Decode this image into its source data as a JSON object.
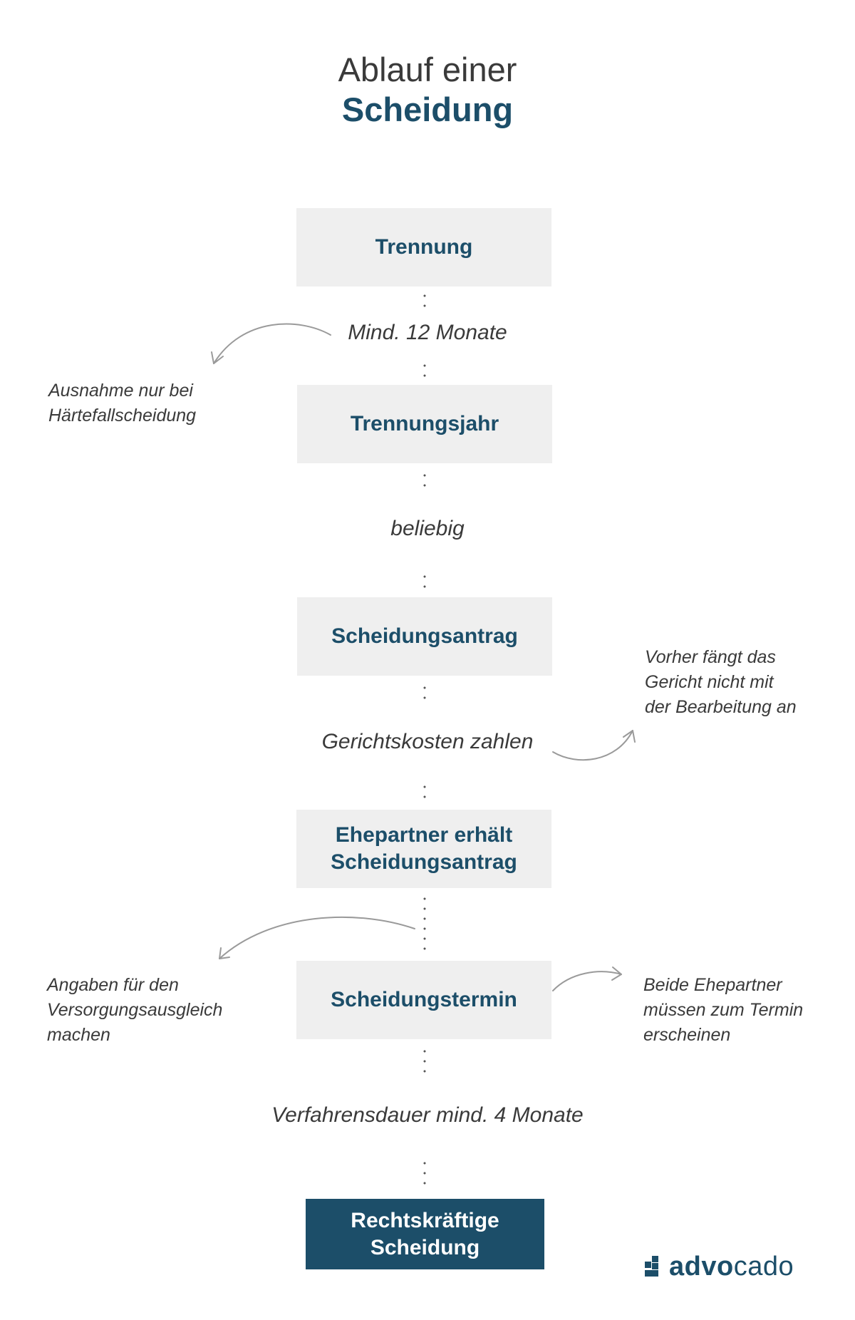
{
  "title": {
    "line1": "Ablauf einer",
    "line2": "Scheidung"
  },
  "steps": [
    {
      "label": "Trennung"
    },
    {
      "label": "Trennungsjahr"
    },
    {
      "label": "Scheidungsantrag"
    },
    {
      "label": "Ehepartner erhält",
      "label2": "Scheidungsantrag"
    },
    {
      "label": "Scheidungstermin"
    },
    {
      "label": "Rechtskräftige",
      "label2": "Scheidung"
    }
  ],
  "transitions": [
    "Mind. 12 Monate",
    "beliebig",
    "Gerichtskosten zahlen",
    "Verfahrensdauer mind. 4 Monate"
  ],
  "notes": {
    "haertefall": [
      "Ausnahme nur bei",
      "Härtefallscheidung"
    ],
    "gericht": [
      "Vorher fängt das",
      "Gericht nicht mit",
      "der Bearbeitung an"
    ],
    "versorgung": [
      "Angaben für den",
      "Versorgungsausgleich",
      "machen"
    ],
    "termin": [
      "Beide Ehepartner",
      "müssen zum Termin",
      "erscheinen"
    ]
  },
  "logo": {
    "text_bold": "advo",
    "text_light": "cado"
  },
  "colors": {
    "primary": "#1c4e69",
    "box": "#efefef",
    "text": "#3a3a3a",
    "arrow": "#9a9a9a"
  }
}
